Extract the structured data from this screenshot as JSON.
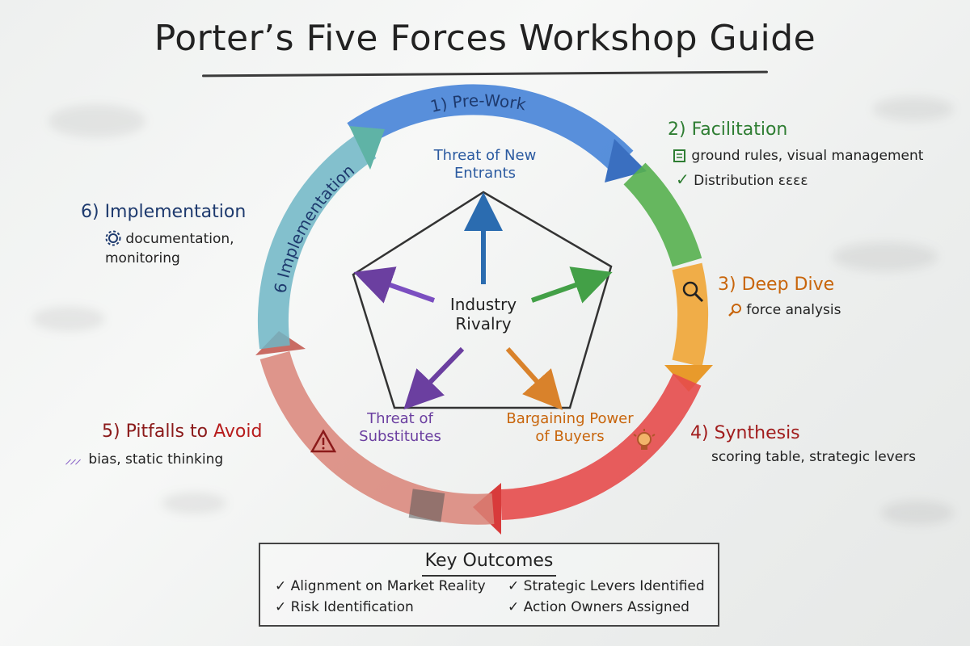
{
  "title": "Porter’s Five Forces Workshop Guide",
  "cycle": {
    "arc_labels": {
      "pre_work": "1) Pre-Work",
      "implementation": "6 Implementation"
    },
    "colors": {
      "blue": "#3f7fd6",
      "green": "#4caf50",
      "orange": "#f0a030",
      "red": "#e04040",
      "gray": "#555555",
      "teal": "#5bbcb0"
    }
  },
  "steps": {
    "facilitation": {
      "title": "2) Facilitation",
      "notes": [
        "ground rules, visual management",
        "Distribution ɛɛɛɛ"
      ],
      "icons": [
        "clipboard-icon",
        "checkmark-icon"
      ],
      "color": "#2e7d32"
    },
    "deep_dive": {
      "title": "3) Deep Dive",
      "notes": [
        "force analysis"
      ],
      "icons": [
        "magnifier-icon"
      ],
      "color": "#c8650b"
    },
    "synthesis": {
      "title": "4) Synthesis",
      "notes": [
        "scoring table, strategic levers"
      ],
      "icons": [
        "lightbulb-icon"
      ],
      "color": "#a11d1d"
    },
    "pitfalls": {
      "title_prefix": "5) Pitfalls to ",
      "title_emph": "Avoid",
      "notes": [
        "bias, static thinking"
      ],
      "icons": [
        "warning-icon",
        "strike-marks-icon"
      ],
      "color": "#8b1a1a"
    },
    "implementation": {
      "title": "6) Implementation",
      "notes": [
        "documentation,",
        "monitoring"
      ],
      "icons": [
        "gear-icon"
      ],
      "color": "#1e3a6e"
    }
  },
  "forces": {
    "center": [
      "Industry",
      "Rivalry"
    ],
    "new_entrants": [
      "Threat of New",
      "Entrants"
    ],
    "substitutes": [
      "Threat of",
      "Substitutes"
    ],
    "buyers": [
      "Bargaining Power",
      "of Buyers"
    ],
    "colors": {
      "new_entrants": "#2b6cb0",
      "substitutes": "#6b3fa0",
      "buyers": "#d9822b",
      "suppliers": "#43a047",
      "rivalry_arrow": "#7b4fc0"
    }
  },
  "outcomes": {
    "title": "Key Outcomes",
    "items": [
      "✓ Alignment on Market Reality",
      "✓ Strategic Levers Identified",
      "✓ Risk Identification",
      "✓ Action Owners Assigned"
    ]
  }
}
